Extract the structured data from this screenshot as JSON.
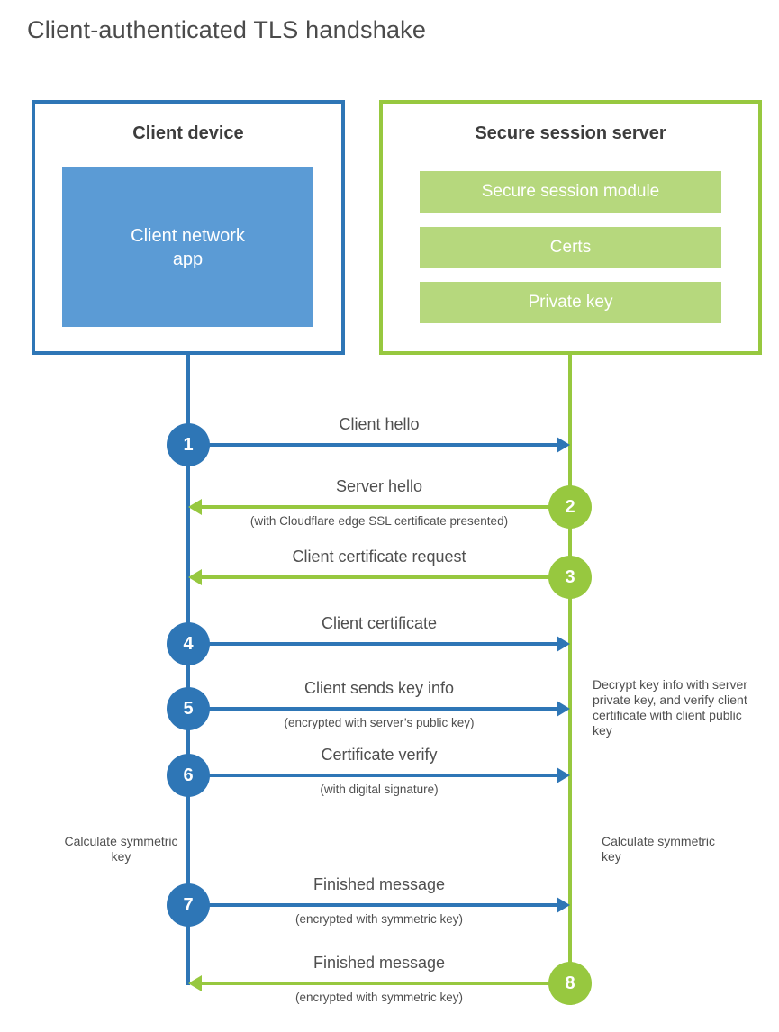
{
  "title": "Client-authenticated TLS handshake",
  "colors": {
    "blue": "#2e76b6",
    "blue_fill": "#5b9bd5",
    "green": "#97c83f",
    "green_fill": "#b6d87d",
    "text_dark": "#3d3d3d",
    "text_gray": "#4f4f4f"
  },
  "client": {
    "heading": "Client device",
    "app": "Client network app"
  },
  "server": {
    "heading": "Secure session server",
    "modules": [
      "Secure session module",
      "Certs",
      "Private key"
    ]
  },
  "steps": [
    {
      "num": "1",
      "actor": "client",
      "direction": "right",
      "label": "Client hello",
      "sublabel": ""
    },
    {
      "num": "2",
      "actor": "server",
      "direction": "left",
      "label": "Server hello",
      "sublabel": "(with Cloudflare edge SSL certificate presented)"
    },
    {
      "num": "3",
      "actor": "server",
      "direction": "left",
      "label": "Client certificate request",
      "sublabel": ""
    },
    {
      "num": "4",
      "actor": "client",
      "direction": "right",
      "label": "Client certificate",
      "sublabel": ""
    },
    {
      "num": "5",
      "actor": "client",
      "direction": "right",
      "label": "Client sends key info",
      "sublabel": "(encrypted with server’s public key)"
    },
    {
      "num": "6",
      "actor": "client",
      "direction": "right",
      "label": "Certificate verify",
      "sublabel": "(with digital signature)"
    },
    {
      "num": "7",
      "actor": "client",
      "direction": "right",
      "label": "Finished message",
      "sublabel": "(encrypted with symmetric key)"
    },
    {
      "num": "8",
      "actor": "server",
      "direction": "left",
      "label": "Finished message",
      "sublabel": "(encrypted with symmetric key)"
    }
  ],
  "notes": {
    "decrypt": "Decrypt key info with server private key, and verify client certificate with client public key",
    "calc_left": "Calculate symmetric key",
    "calc_right": "Calculate symmetric key"
  }
}
